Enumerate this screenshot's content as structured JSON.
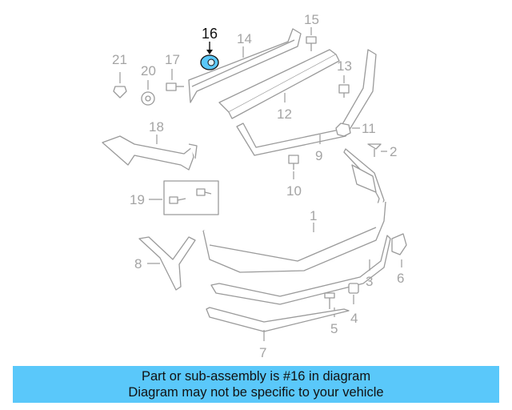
{
  "callouts": {
    "c1": "1",
    "c2": "2",
    "c3": "3",
    "c4": "4",
    "c5": "5",
    "c6": "6",
    "c7": "7",
    "c8": "8",
    "c9": "9",
    "c10": "10",
    "c11": "11",
    "c12": "12",
    "c13": "13",
    "c14": "14",
    "c15": "15",
    "c16": "16",
    "c17": "17",
    "c18": "18",
    "c19": "19",
    "c20": "20",
    "c21": "21"
  },
  "highlighted_part": "16",
  "colors": {
    "highlight": "#5ac8fa",
    "line": "#9a9a9a",
    "label": "#a4a4a4"
  },
  "banner": {
    "line1": "Part or sub-assembly is #16 in diagram",
    "line2": "Diagram may not be specific to your vehicle"
  }
}
